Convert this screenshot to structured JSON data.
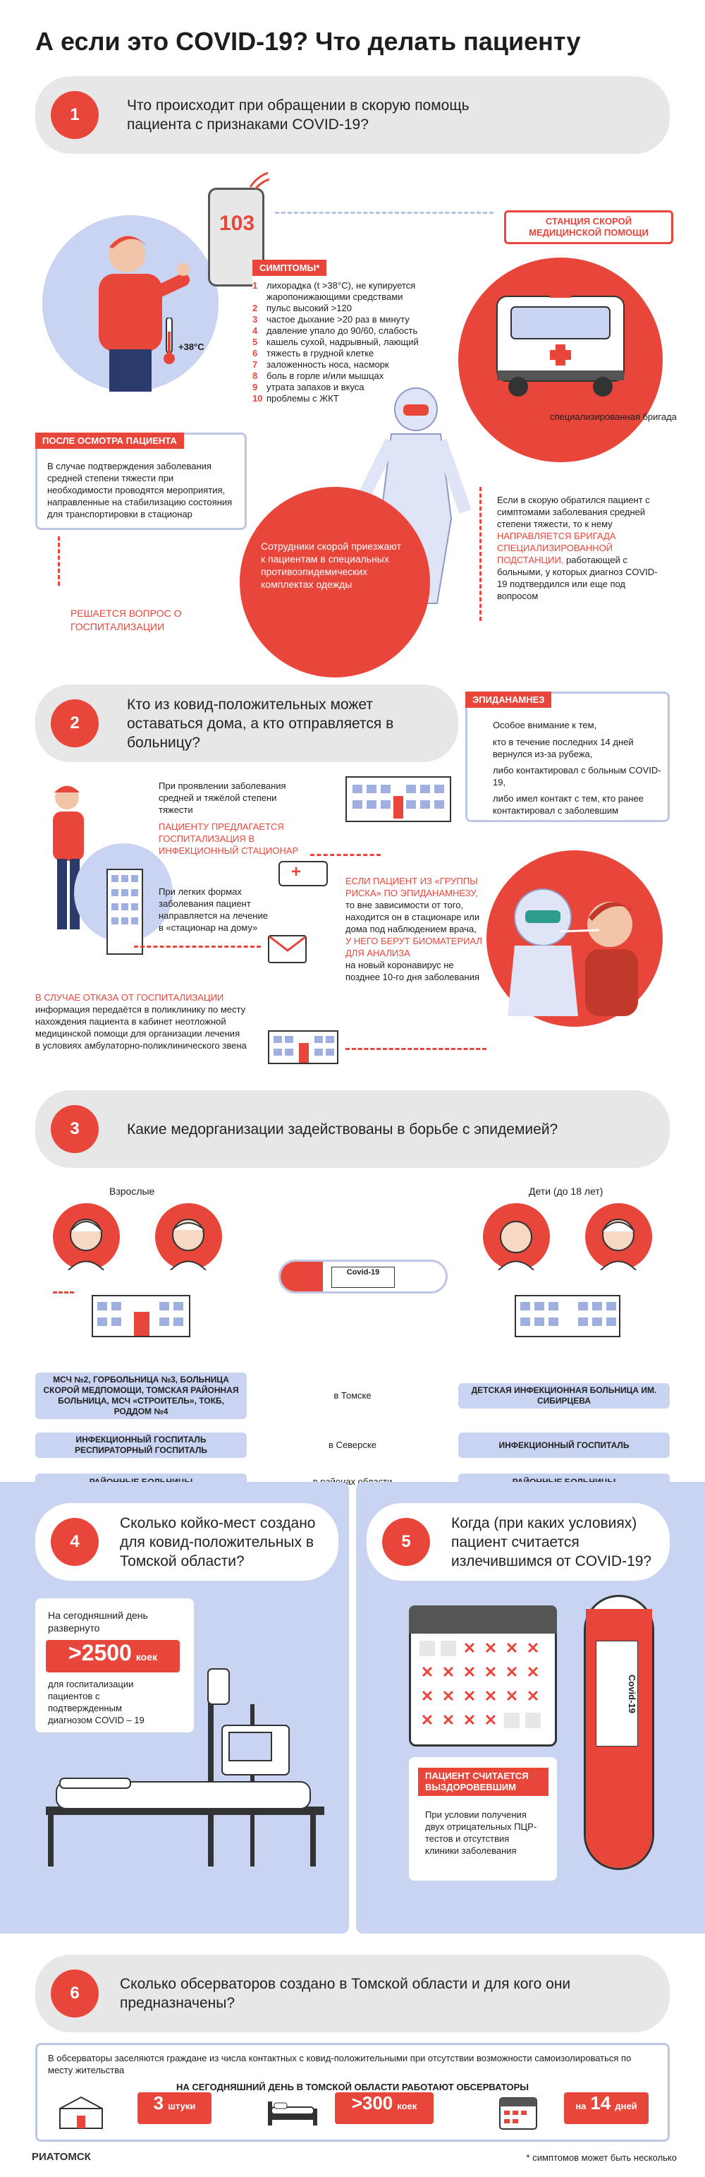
{
  "title": "А если это COVID-19? Что делать пациенту",
  "s1": {
    "num": "1",
    "q": "Что происходит при обращении в скорую помощь пациента с признаками COVID-19?",
    "phone": "103",
    "temp": "+38°C",
    "symptoms_title": "СИМПТОМЫ*",
    "symptoms": [
      {
        "n": "1",
        "t": "лихорадка (t >38°С), не купируется жаропонижающими средствами"
      },
      {
        "n": "2",
        "t": "пульс высокий >120"
      },
      {
        "n": "3",
        "t": "частое дыхание >20 раз в минуту"
      },
      {
        "n": "4",
        "t": "давление упало до 90/60, слабость"
      },
      {
        "n": "5",
        "t": "кашель сухой, надрывный, лающий"
      },
      {
        "n": "6",
        "t": "тяжесть в грудной клетке"
      },
      {
        "n": "7",
        "t": "заложенность носа, насморк"
      },
      {
        "n": "8",
        "t": "боль в горле и/или мышцах"
      },
      {
        "n": "9",
        "t": "утрата запахов и вкуса"
      },
      {
        "n": "10",
        "t": "проблемы с ЖКТ"
      }
    ],
    "station": "СТАНЦИЯ СКОРОЙ МЕДИЦИНСКОЙ ПОМОЩИ",
    "brigade": "специализированная бригада",
    "after_title": "ПОСЛЕ ОСМОТРА ПАЦИЕНТА",
    "after_text": "В случае подтверждения заболевания средней степени тяжести при необходимости проводятся мероприятия, направленные на стабилизацию состояния для транспортировки в стационар",
    "decide": "РЕШАЕТСЯ ВОПРОС О ГОСПИТАЛИЗАЦИИ",
    "staff": "Сотрудники скорой приезжают к пациентам в специальных противоэпидемических комплектах одежды",
    "right_1": "Если в скорую обратился пациент с симптомами заболевания средней степени тяжести, то к нему",
    "right_red": "НАПРАВЛЯЕТСЯ БРИГАДА СПЕЦИАЛИЗИРОВАННОЙ ПОДСТАНЦИИ,",
    "right_2": "работающей с больными, у которых диагноз COVID-19 подтвердился или еще под вопросом"
  },
  "s2": {
    "num": "2",
    "q": "Кто из ковид-положительных может оставаться дома, а кто отправляется в больницу?",
    "epi_title": "ЭПИДАНАМНЕЗ",
    "epi_intro": "Особое внимание к тем,",
    "epi_items": [
      "кто в течение последних 14 дней вернулся из-за рубежа,",
      "либо контактировал с больным COVID-19,",
      "либо имел контакт с тем, кто ранее контактировал с заболевшим"
    ],
    "severe": "При проявлении заболевания средней и тяжёлой степени тяжести",
    "severe_red": "ПАЦИЕНТУ ПРЕДЛАГАЕТСЯ ГОСПИТАЛИЗАЦИЯ В ИНФЕКЦИОННЫЙ СТАЦИОНАР",
    "mild": "При легких формах заболевания пациент направляется на лечение в «стационар на дому»",
    "risk_red": "ЕСЛИ ПАЦИЕНТ ИЗ «ГРУППЫ РИСКА» ПО ЭПИДАНАМНЕЗУ,",
    "risk_1": "то вне зависимости от того, находится он в стационаре или дома под наблюдением врача,",
    "risk_red2": "У НЕГО БЕРУТ БИОМАТЕРИАЛ ДЛЯ АНАЛИЗА",
    "risk_2": "на новый коронавирус не позднее 10-го дня заболевания",
    "refuse_red": "В СЛУЧАЕ ОТКАЗА ОТ ГОСПИТАЛИЗАЦИИ",
    "refuse": "информация передаётся в поликлинику по месту нахождения пациента в кабинет неотложной медицинской помощи для организации лечения в условиях амбулаторно-поликлинического звена"
  },
  "s3": {
    "num": "3",
    "q": "Какие медорганизации задействованы в борьбе с эпидемией?",
    "adults": "Взрослые",
    "kids": "Дети (до 18 лет)",
    "tube": "Covid-19",
    "rows": [
      {
        "left": "МСЧ №2, ГОРБОЛЬНИЦА №3, БОЛЬНИЦА СКОРОЙ МЕДПОМОЩИ, ТОМСКАЯ РАЙОННАЯ БОЛЬНИЦА, МСЧ «СТРОИТЕЛЬ», ТОКБ, РОДДОМ №4",
        "mid": "в Томске",
        "right": "ДЕТСКАЯ ИНФЕКЦИОННАЯ БОЛЬНИЦА ИМ. СИБИРЦЕВА"
      },
      {
        "left": "ИНФЕКЦИОННЫЙ ГОСПИТАЛЬ РЕСПИРАТОРНЫЙ ГОСПИТАЛЬ",
        "mid": "в Северске",
        "right": "ИНФЕКЦИОННЫЙ ГОСПИТАЛЬ"
      },
      {
        "left": "РАЙОННЫЕ БОЛЬНИЦЫ",
        "mid": "в районах области",
        "right": "РАЙОННЫЕ БОЛЬНИЦЫ"
      }
    ]
  },
  "s4": {
    "num": "4",
    "q": "Сколько койко-мест создано для ковид-положительных в Томской области?",
    "today": "На сегодняшний день развернуто",
    "value": ">2500",
    "unit": "коек",
    "desc": "для госпитализации пациентов с подтвержденным диагнозом COVID – 19"
  },
  "s5": {
    "num": "5",
    "q": "Когда (при каких условиях) пациент считается излечившимся от COVID-19?",
    "tube": "Covid-19",
    "red": "ПАЦИЕНТ СЧИТАЕТСЯ ВЫЗДОРОВЕВШИМ",
    "text": "При условии получения двух отрицательных ПЦР-тестов и отсутствия клиники заболевания"
  },
  "s6": {
    "num": "6",
    "q": "Сколько обсерваторов создано в Томской области и для кого они предназначены?",
    "intro": "В обсерваторы заселяются граждане из числа контактных с ковид-положительными при отсутствии возможности самоизолироваться по месту жительства",
    "today": "НА СЕГОДНЯШНИЙ ДЕНЬ В ТОМСКОЙ ОБЛАСТИ РАБОТАЮТ ОБСЕРВАТОРЫ",
    "stats": [
      {
        "v": "3",
        "u": "штуки"
      },
      {
        "v": ">300",
        "u": "коек"
      },
      {
        "pre": "на",
        "v": "14",
        "u": "дней"
      }
    ]
  },
  "footer": {
    "logo": "РИАТОМСК",
    "note": "* симптомов может быть несколько"
  },
  "colors": {
    "accent": "#e8463b",
    "blue": "#c9d3f2",
    "gray": "#e7e7e7"
  }
}
